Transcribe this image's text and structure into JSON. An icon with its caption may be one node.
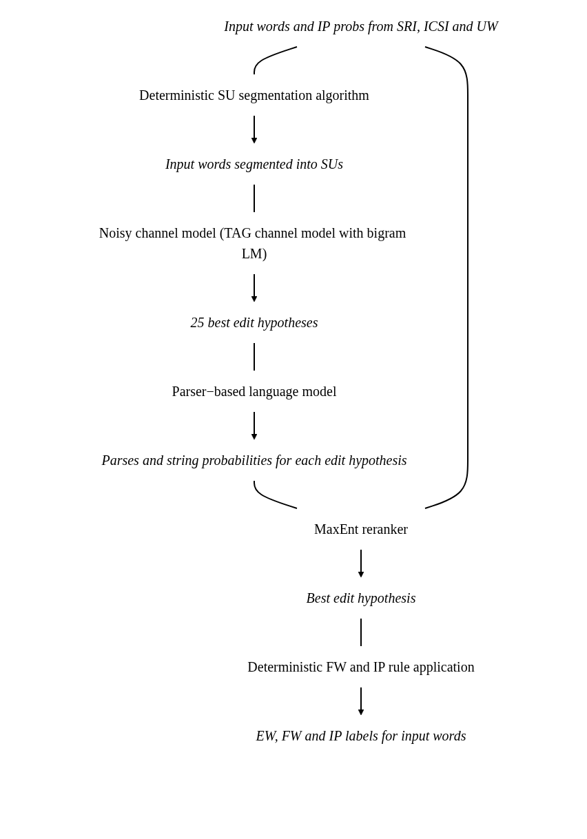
{
  "diagram": {
    "nodes": [
      {
        "text": [
          "Input words and IP probs from SRI, ICSI and UW"
        ]
      },
      {
        "text": [
          "Deterministic SU segmentation algorithm"
        ]
      },
      {
        "text": [
          "Input words segmented into SUs"
        ]
      },
      {
        "text": [
          "Noisy channel model (TAG channel model with bigram LM)"
        ]
      },
      {
        "text": [
          "25 best edit hypotheses"
        ]
      },
      {
        "text": [
          "Parser−based language model"
        ]
      },
      {
        "text": [
          "Parses and string probabilities for each edit hypothesis"
        ]
      },
      {
        "text": [
          "MaxEnt reranker"
        ]
      },
      {
        "text": [
          "Best edit hypothesis"
        ]
      },
      {
        "text": [
          "Deterministic FW and IP rule application"
        ]
      },
      {
        "text": [
          "EW, FW and IP labels for input words"
        ]
      }
    ],
    "edges": [
      {
        "from": 0,
        "to": 1,
        "arrow": "none"
      },
      {
        "from": 1,
        "to": 2,
        "arrow": "to"
      },
      {
        "from": 2,
        "to": 3,
        "arrow": "none"
      },
      {
        "from": 3,
        "to": 4,
        "arrow": "to"
      },
      {
        "from": 4,
        "to": 5,
        "arrow": "none"
      },
      {
        "from": 5,
        "to": 6,
        "arrow": "to"
      },
      {
        "from": 6,
        "to": 7,
        "arrow": "none"
      },
      {
        "from": 0,
        "to": 7,
        "arrow": "none"
      },
      {
        "from": 7,
        "to": 8,
        "arrow": "to"
      },
      {
        "from": 8,
        "to": 9,
        "arrow": "none"
      },
      {
        "from": 9,
        "to": 10,
        "arrow": "to"
      }
    ]
  }
}
